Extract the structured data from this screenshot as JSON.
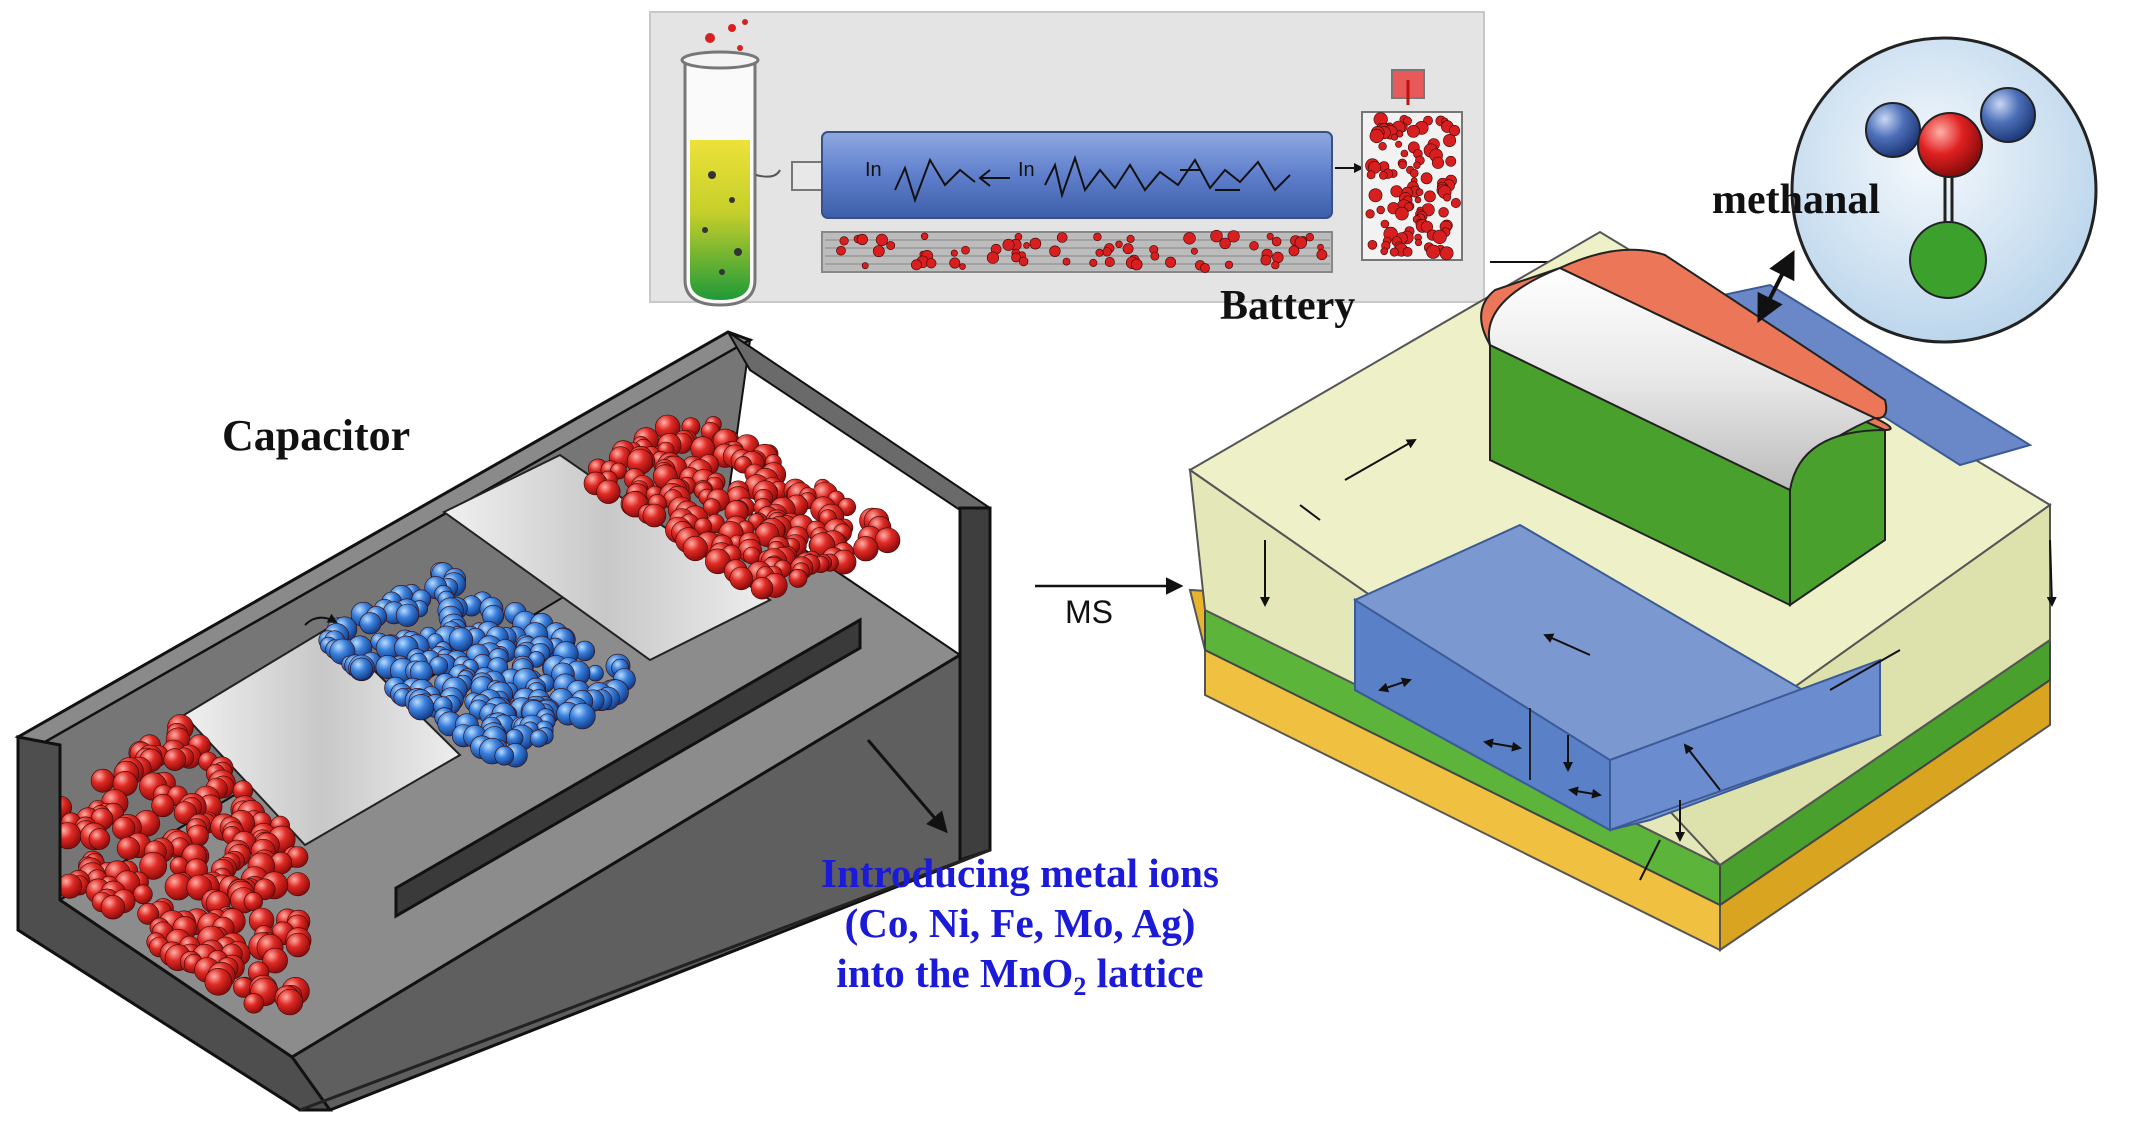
{
  "labels": {
    "capacitor": "Capacitor",
    "battery": "Battery",
    "methanal": "methanal",
    "ms": "MS",
    "inset_in_1": "In",
    "inset_in_2": "In"
  },
  "caption": {
    "line1": "Introducing metal ions",
    "line2": "(Co, Ni, Fe, Mo, Ag)",
    "line3_prefix": "into the MnO",
    "line3_sub": "2",
    "line3_suffix": " lattice"
  },
  "colors": {
    "red_particles": "#d81e1e",
    "blue_particles": "#2e74d6",
    "capacitor_body": "#5d5d5d",
    "separator_plate": "#e6e6e6",
    "caption_text": "#1a1ad8",
    "layer_light_green": "#eef0c8",
    "layer_green": "#4aa02c",
    "layer_gold": "#e8b42c",
    "blue_block": "#5a80c8",
    "cap_red": "#ec7658",
    "tube_liquid_top": "#e2d21c",
    "tube_liquid_bottom": "#2ea33c",
    "molecule_red": "#e02020",
    "molecule_blue": "#4d6fb8",
    "molecule_green": "#3ca02c"
  },
  "icons": [
    "capacitor-illustration",
    "microfluidic-battery-inset",
    "layered-device-illustration",
    "methanal-molecule"
  ]
}
